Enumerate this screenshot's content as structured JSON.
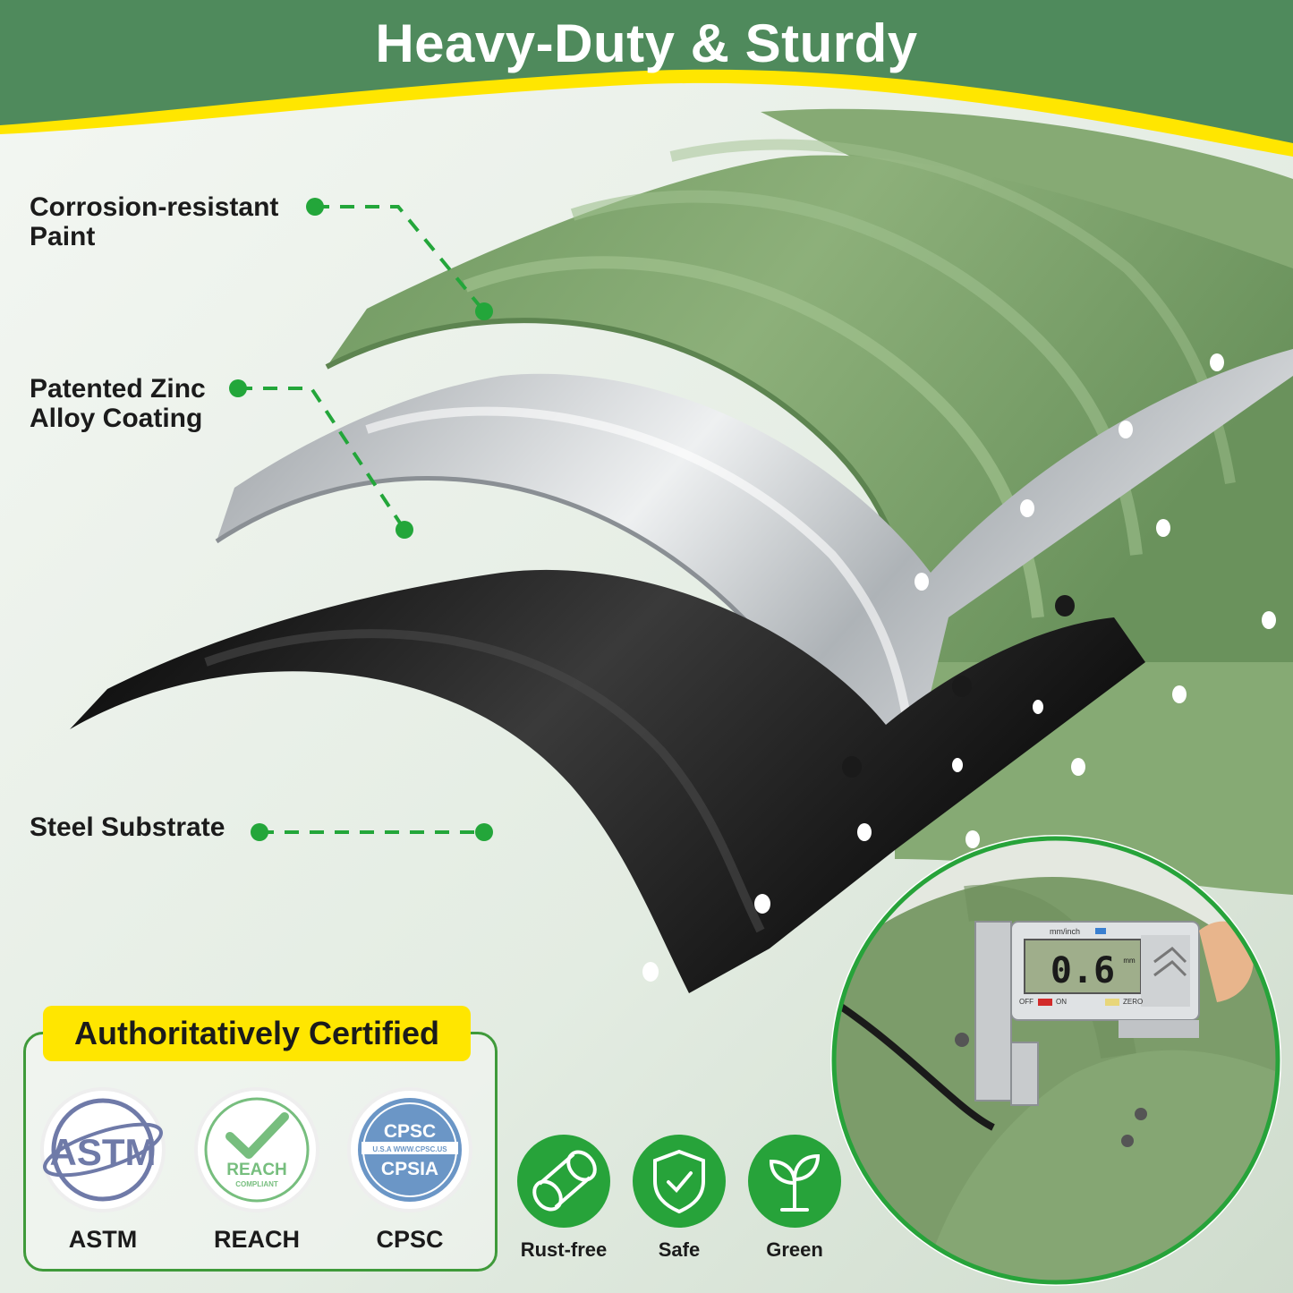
{
  "header": {
    "title": "Heavy-Duty & Sturdy",
    "band_color": "#4f8a5c",
    "accent_color": "#ffe600"
  },
  "layers": [
    {
      "label": "Corrosion-resistant\nPaint",
      "color": "#7aa066"
    },
    {
      "label": "Patented Zinc\nAlloy Coating",
      "color": "#c8cbce"
    },
    {
      "label": "Steel Substrate",
      "color": "#111111"
    }
  ],
  "certifications": {
    "title": "Authoritatively Certified",
    "items": [
      {
        "name": "ASTM",
        "logo_text": "ASTM"
      },
      {
        "name": "REACH",
        "logo_text": "REACH",
        "logo_subtext": "COMPLIANT"
      },
      {
        "name": "CPSC",
        "logo_text_top": "CPSC",
        "logo_text_mid": "U.S.A WWW.CPSC.US",
        "logo_text_bottom": "CPSIA"
      }
    ]
  },
  "features": [
    {
      "label": "Rust-free",
      "icon": "cylinder-icon"
    },
    {
      "label": "Safe",
      "icon": "shield-check-icon"
    },
    {
      "label": "Green",
      "icon": "sprout-icon"
    }
  ],
  "caliper": {
    "reading": "0.6",
    "unit": "mm",
    "unit_toggle": "mm/inch",
    "off": "OFF",
    "on": "ON",
    "zero": "ZERO"
  }
}
